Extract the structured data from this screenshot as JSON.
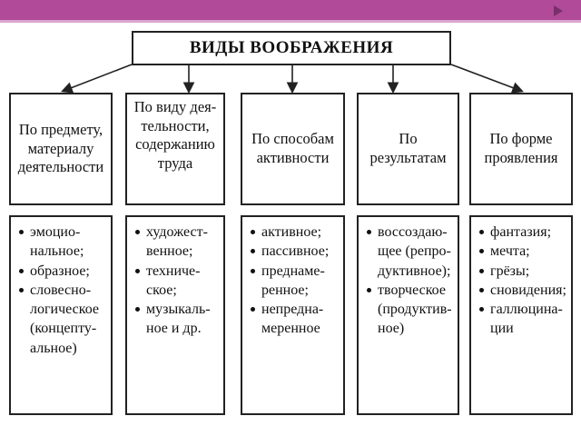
{
  "title": "ВИДЫ ВООБРАЖЕНИЯ",
  "colors": {
    "accent_bar": "#b04a99",
    "border": "#222222"
  },
  "categories": [
    {
      "label": "По предмету,\nматериалу\nдеятельности",
      "items": [
        "эмоцио-\nнальное;",
        "образное;",
        "словесно-\nлогическое\n(концепту-\nальное)"
      ]
    },
    {
      "label": "По виду дея-\nтельности,\nсодержанию\nтруда",
      "items": [
        "художест-\nвенное;",
        "техниче-\nское;",
        "музыкаль-\nное и др."
      ]
    },
    {
      "label": "По способам\nактивности",
      "items": [
        "активное;",
        "пассивное;",
        "преднаме-\nренное;",
        "непредна-\nмеренное"
      ]
    },
    {
      "label": "По\nрезультатам",
      "items": [
        "воссоздаю-\nщее (репро-\nдуктивное);",
        "творческое\n(продуктив-\nное)"
      ]
    },
    {
      "label": "По форме\nпроявления",
      "items": [
        "фантазия;",
        "мечта;",
        "грёзы;",
        "сновидения;",
        "галлюцина-\nции"
      ]
    }
  ]
}
